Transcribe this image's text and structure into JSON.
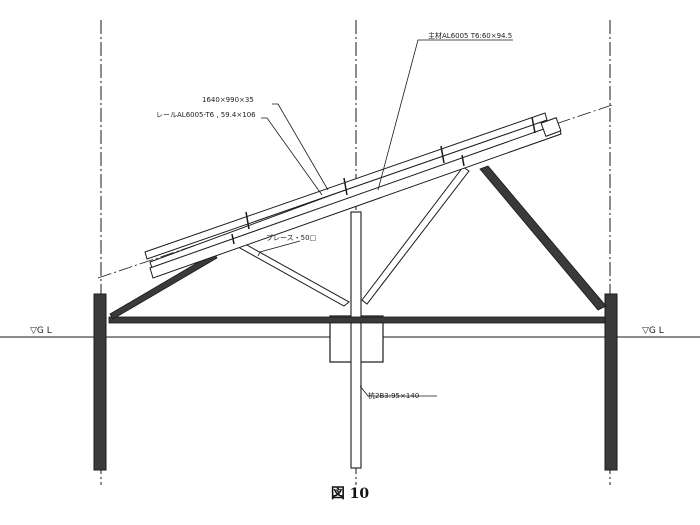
{
  "figure": {
    "caption": "図 10"
  },
  "annotations": {
    "main_member": "主材AL6005 T6:60×94.5",
    "panel": "1640×990×35",
    "rail": "レールAL6005-T6 , 59.4×106",
    "brace": "ブレース・50□",
    "pile": "杭2B3:95×140"
  },
  "ground_line": {
    "left_label": "▽G L",
    "right_label": "▽G L"
  },
  "colors": {
    "line": "#1a1a1a",
    "dark_member": "#3a3a3a"
  }
}
